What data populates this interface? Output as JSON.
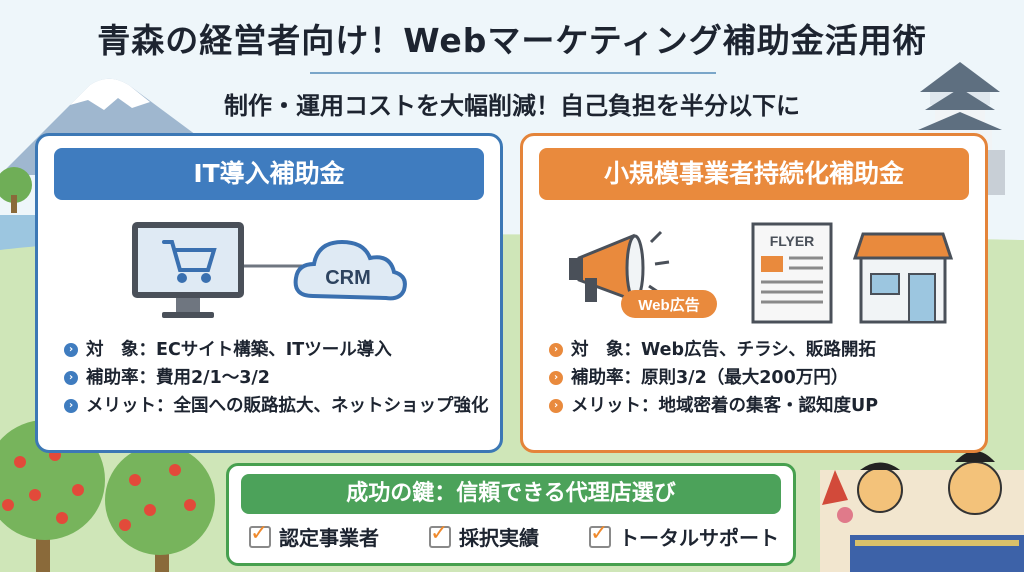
{
  "header": {
    "title": "青森の経営者向け！Webマーケティング補助金活用術",
    "subtitle": "制作・運用コストを大幅削減！自己負担を半分以下に"
  },
  "it_card": {
    "heading": "IT導入補助金",
    "cloud_label": "CRM",
    "lines": [
      "対　象：ECサイト構築、ITツール導入",
      "補助率：費用2/1〜3/2",
      "メリット：全国への販路拡大、ネットショップ強化"
    ]
  },
  "small_card": {
    "heading": "小規模事業者持続化補助金",
    "megaphone_label": "Web広告",
    "flyer_label": "FLYER",
    "lines": [
      "対　象：Web広告、チラシ、販路開拓",
      "補助率：原則3/2（最大200万円）",
      "メリット：地域密着の集客・認知度UP"
    ]
  },
  "key": {
    "heading": "成功の鍵：信頼できる代理店選び",
    "items": [
      "認定事業者",
      "採択実績",
      "トータルサポート"
    ]
  },
  "colors": {
    "blue": "#3f7cbf",
    "orange": "#e98a3d",
    "green": "#4ca25a"
  }
}
